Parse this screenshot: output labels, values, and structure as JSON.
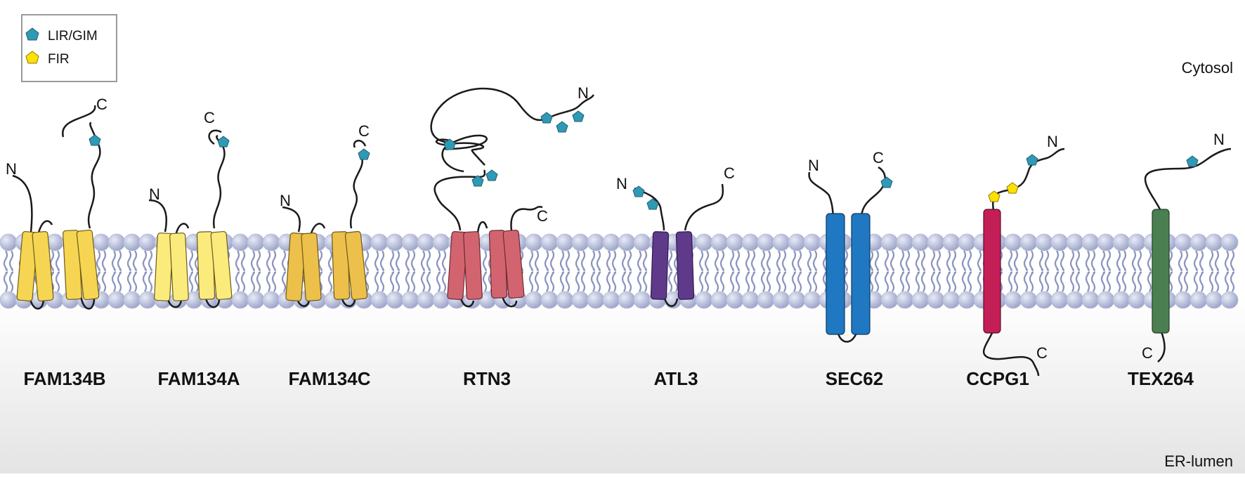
{
  "legend": {
    "items": [
      {
        "label": "LIR/GIM",
        "color": "#2f9ab5"
      },
      {
        "label": "FIR",
        "color": "#ffe000"
      }
    ]
  },
  "compartments": {
    "top": "Cytosol",
    "bottom": "ER-lumen"
  },
  "proteins": [
    {
      "name": "FAM134B",
      "color": "#f6d552",
      "n_term": "N",
      "c_term": "C"
    },
    {
      "name": "FAM134A",
      "color": "#fbeb7d",
      "n_term": "N",
      "c_term": "C"
    },
    {
      "name": "FAM134C",
      "color": "#ecc04a",
      "n_term": "N",
      "c_term": "C"
    },
    {
      "name": "RTN3",
      "color": "#d26470",
      "n_term": "N",
      "c_term": "C"
    },
    {
      "name": "ATL3",
      "color": "#5f3a8b",
      "n_term": "N",
      "c_term": "C"
    },
    {
      "name": "SEC62",
      "color": "#1f78c1",
      "n_term": "N",
      "c_term": "C"
    },
    {
      "name": "CCPG1",
      "color": "#c41e57",
      "n_term": "N",
      "c_term": "C"
    },
    {
      "name": "TEX264",
      "color": "#4b7f52",
      "n_term": "N",
      "c_term": "C"
    }
  ],
  "colors": {
    "lipid_head": "#b7bdd9",
    "lipid_tail": "#8c93bf",
    "motif_lir": "#2f9ab5",
    "motif_fir": "#ffe000"
  }
}
